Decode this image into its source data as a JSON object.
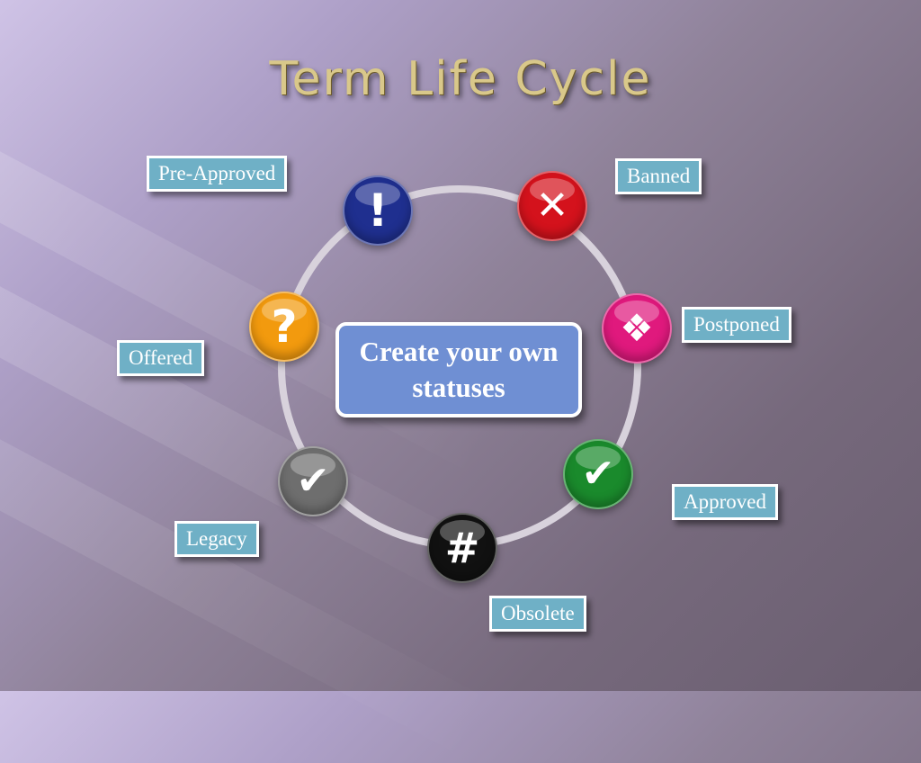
{
  "slide": {
    "title": "Term Life Cycle",
    "center_text": "Create your own statuses"
  },
  "statuses": [
    {
      "label": "Pre-Approved",
      "symbol": "!",
      "color": "#1f2f8f",
      "icon": "exclamation-icon"
    },
    {
      "label": "Banned",
      "symbol": "✕",
      "color": "#d4121c",
      "icon": "x-icon"
    },
    {
      "label": "Postponed",
      "symbol": "❖",
      "color": "#e0197d",
      "icon": "diamond-pattern-icon"
    },
    {
      "label": "Approved",
      "symbol": "✔",
      "color": "#1a8a2c",
      "icon": "checkmark-icon"
    },
    {
      "label": "Obsolete",
      "symbol": "#",
      "color": "#111111",
      "icon": "hash-icon"
    },
    {
      "label": "Legacy",
      "symbol": "✔",
      "color": "#6e6e6e",
      "icon": "checkmark-icon"
    },
    {
      "label": "Offered",
      "symbol": "?",
      "color": "#f29a0e",
      "icon": "question-icon"
    }
  ],
  "colors": {
    "title": "#d9c88a",
    "label_background": "#6fb0c6",
    "center_box": "#6f8fd3",
    "ring": "#d8d2dc"
  }
}
